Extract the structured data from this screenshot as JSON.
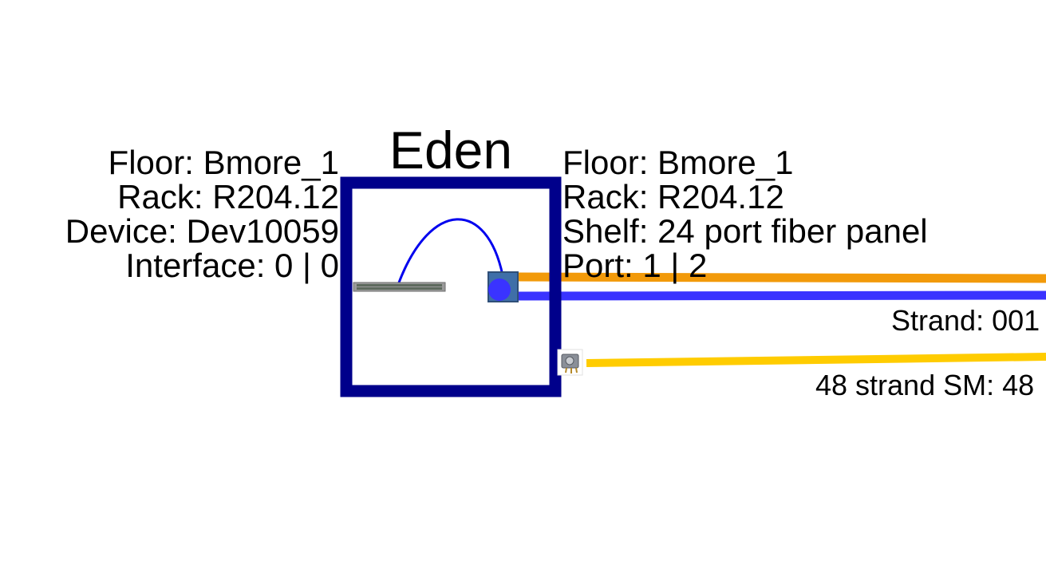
{
  "room": {
    "name": "Eden",
    "color": "#00008b"
  },
  "device_side": {
    "floor": "Floor: Bmore_1",
    "rack": "Rack: R204.12",
    "device": "Device: Dev10059",
    "interface": "Interface: 0 | 0"
  },
  "panel_side": {
    "floor": "Floor: Bmore_1",
    "rack": "Rack: R204.12",
    "shelf": "Shelf: 24 port fiber panel",
    "port": "Port: 1 | 2"
  },
  "connections": {
    "strand_label": "Strand: 001",
    "cable_label": "48 strand SM: 48",
    "colors": {
      "patch": "#0000ee",
      "strand_tx": "#f29a0a",
      "strand_rx": "#3a33ff",
      "cable": "#ffcc00"
    }
  },
  "icons": [
    "switch-icon",
    "fiber-port-icon",
    "splice-enclosure-icon"
  ]
}
